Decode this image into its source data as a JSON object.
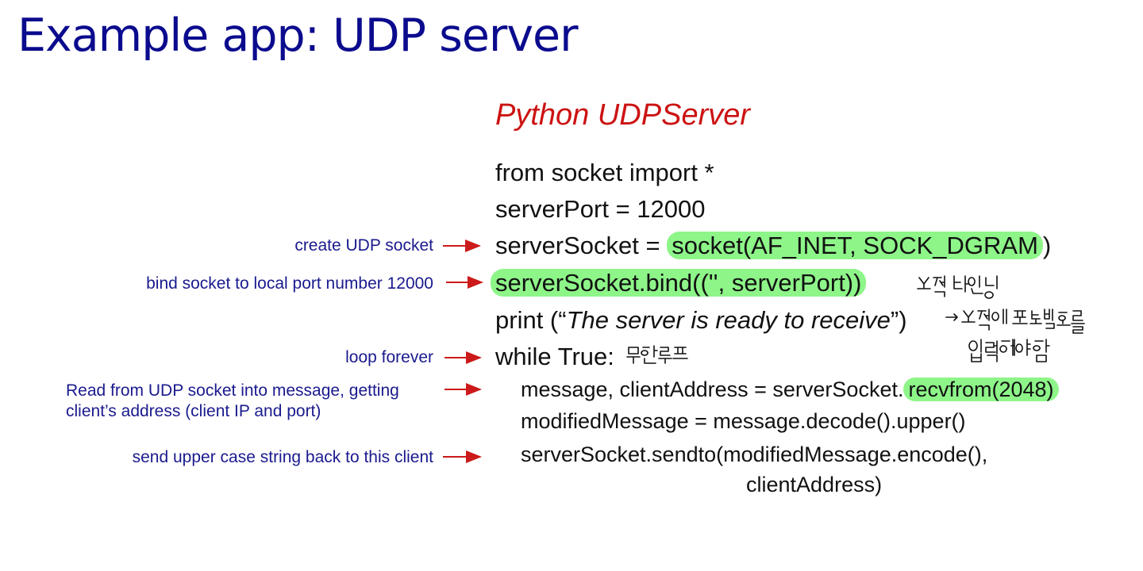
{
  "slide": {
    "title": "Example app: UDP server",
    "subtitle": "Python UDPServer"
  },
  "code": {
    "line1": "from socket import *",
    "line2": "serverPort = 12000",
    "line3_pre": "serverSocket = ",
    "line3_hl": "socket(AF_INET, SOCK_DGRAM",
    "line3_post": ")",
    "line4_hl": "serverSocket.bind(('', serverPort))",
    "line5_pre": "print (“",
    "line5_italic": "The server is ready to receive",
    "line5_post": "”)",
    "line6": "while True:",
    "line7_pre": "message, clientAddress = serverSocket.",
    "line7_hl": "recvfrom(2048)",
    "line8": "modifiedMessage = message.decode().upper()",
    "line9": "serverSocket.sendto(modifiedMessage.encode(),",
    "line10": "clientAddress)"
  },
  "annotations": {
    "create_socket": "create UDP socket",
    "bind_socket": "bind socket to local port number 12000",
    "loop": "loop forever",
    "read_line1": "Read from UDP socket into message, getting",
    "read_line2": "client’s address (client IP and port)",
    "send": "send upper case string back to this client"
  },
  "handwritten": {
    "bind_note": "소켓 바인딩",
    "print_note_line1": "→ 소켓에 포트번호를",
    "print_note_line2": "입력해야함",
    "loop_note": "무한루프"
  },
  "colors": {
    "title": "#0b0b8e",
    "subtitle": "#cc1212",
    "annotation": "#1a1a8e",
    "arrow": "#cc1a1a",
    "highlight": "#8ef589"
  }
}
